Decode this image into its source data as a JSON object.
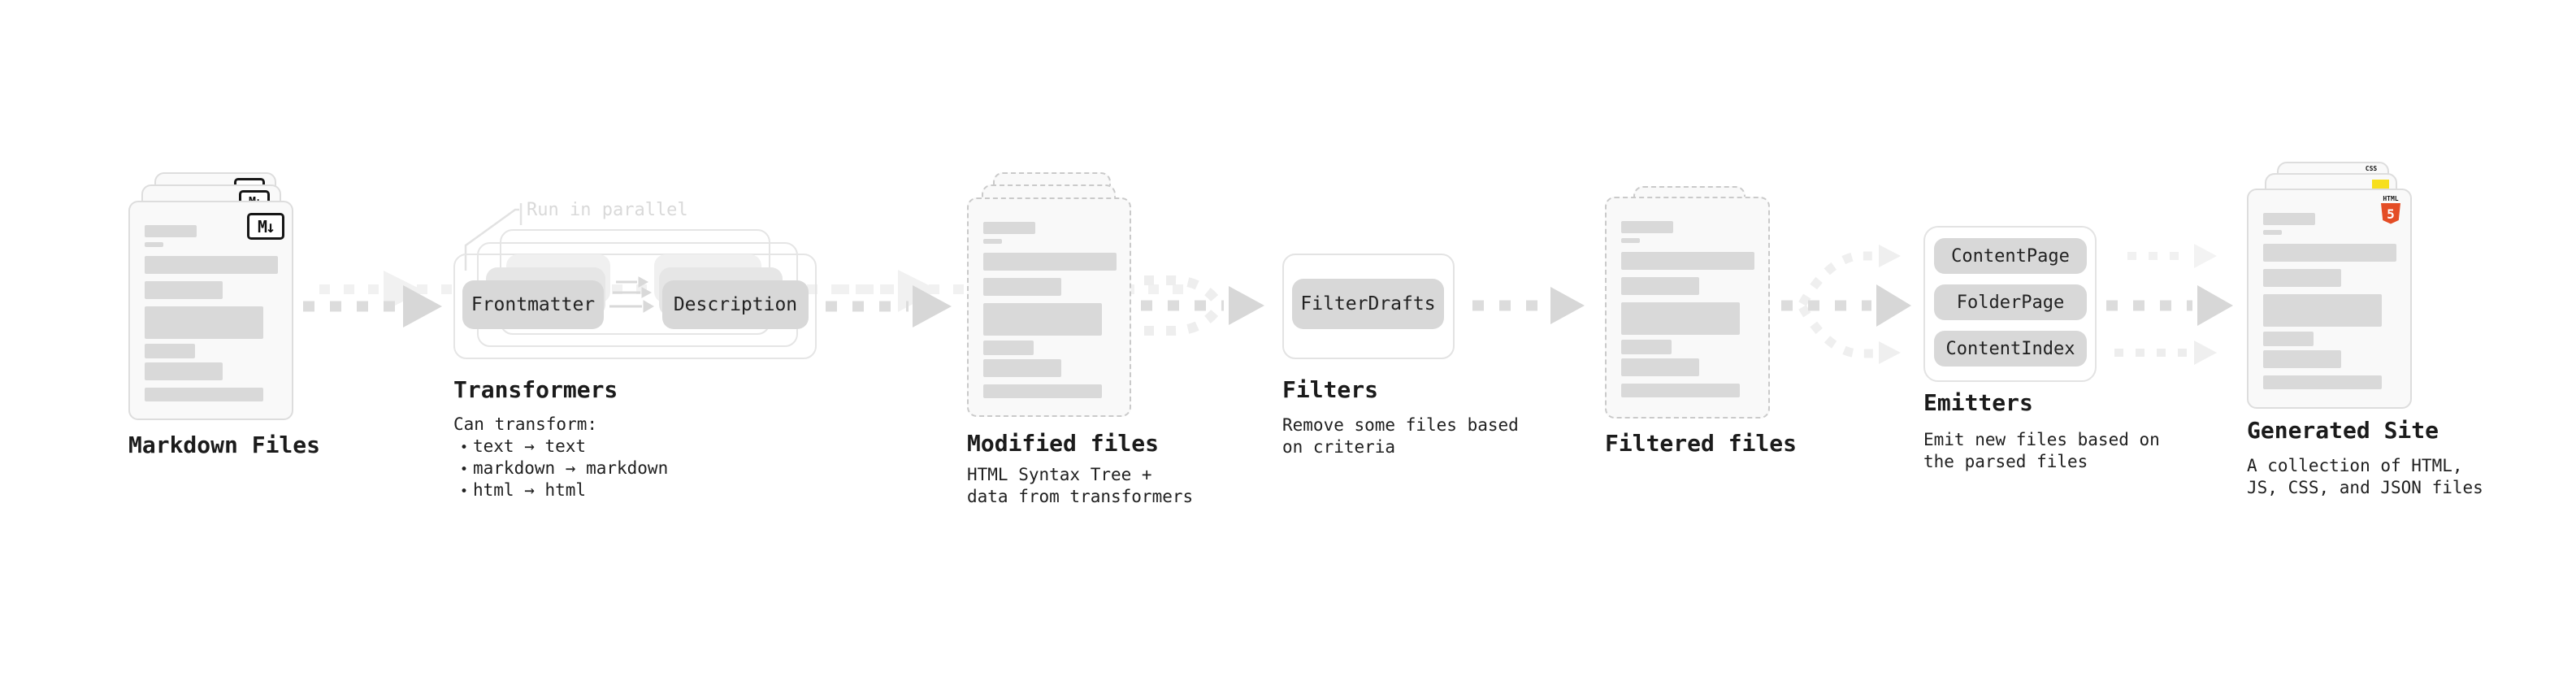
{
  "colors": {
    "background": "#ffffff",
    "card_fill": "#f9f9f9",
    "bar_gray": "#d9d9d9",
    "chip_gray": "#d8d8d8",
    "arrow_gray": "#d7d7d7",
    "faint_text": "#d9d9d9",
    "html5_orange": "#e44d26",
    "js_yellow": "#f7df1e",
    "css_blue": "#2b70e8"
  },
  "stages": {
    "markdown_files": {
      "title": "Markdown Files",
      "icon_label": "M↓"
    },
    "transformers": {
      "title": "Transformers",
      "annotation": "Run in parallel",
      "box1": "Frontmatter",
      "box2": "Description",
      "desc_heading": "Can transform:",
      "bullet_char": "•",
      "bullets": [
        "text → text",
        "markdown → markdown",
        "html → html"
      ]
    },
    "modified_files": {
      "title": "Modified files",
      "desc_line1": "HTML Syntax Tree +",
      "desc_line2": "data from transformers"
    },
    "filters": {
      "title": "Filters",
      "box1": "FilterDrafts",
      "desc_line1": "Remove some files based",
      "desc_line2": "on criteria"
    },
    "filtered_files": {
      "title": "Filtered files"
    },
    "emitters": {
      "title": "Emitters",
      "boxes": [
        "ContentPage",
        "FolderPage",
        "ContentIndex"
      ],
      "desc_line1": "Emit new files based on",
      "desc_line2": "the parsed files"
    },
    "generated_site": {
      "title": "Generated Site",
      "desc_line1": "A collection of HTML,",
      "desc_line2": "JS, CSS, and JSON files",
      "html5_label": "HTML",
      "html5_number": "5",
      "css_label": "CSS"
    }
  }
}
